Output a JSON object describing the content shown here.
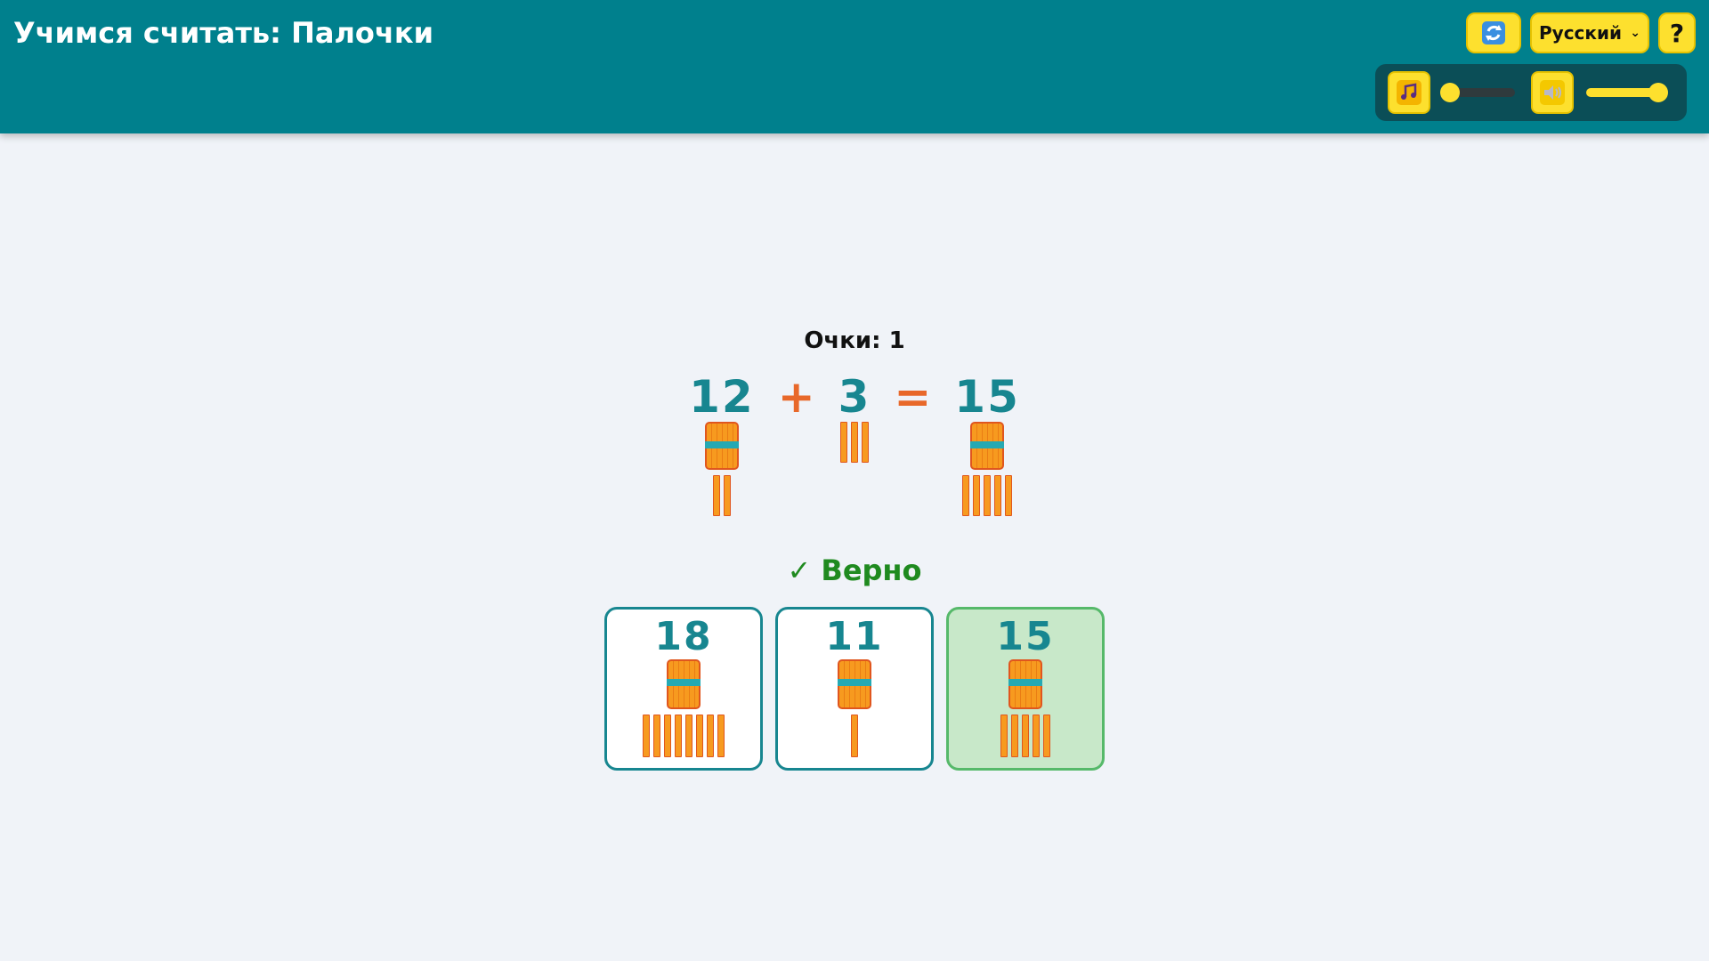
{
  "app": {
    "title": "Учимся считать: Палочки"
  },
  "header": {
    "refresh_icon": "refresh-icon",
    "language": "Русский",
    "help_label": "?"
  },
  "audio": {
    "music_icon": "music-note-icon",
    "music_volume": 0.1,
    "sound_icon": "speaker-icon",
    "sound_volume": 1.0
  },
  "game": {
    "score_text": "Очки: 1",
    "equation": {
      "a": {
        "value": "12",
        "tens": 1,
        "ones": 2
      },
      "op1": "+",
      "b": {
        "value": "3",
        "tens": 0,
        "ones": 3
      },
      "op2": "=",
      "result": {
        "value": "15",
        "tens": 1,
        "ones": 5
      }
    },
    "feedback": "✓ Верно",
    "options": [
      {
        "value": "18",
        "tens": 1,
        "ones": 8,
        "state": "default"
      },
      {
        "value": "11",
        "tens": 1,
        "ones": 1,
        "state": "default"
      },
      {
        "value": "15",
        "tens": 1,
        "ones": 5,
        "state": "correct"
      }
    ]
  },
  "colors": {
    "header": "#00808d",
    "accent_yellow": "#fde02e",
    "number_teal": "#178690",
    "operator_orange": "#e8682a",
    "stick_orange": "#f79a1f",
    "correct_green": "#1f8a1f"
  }
}
